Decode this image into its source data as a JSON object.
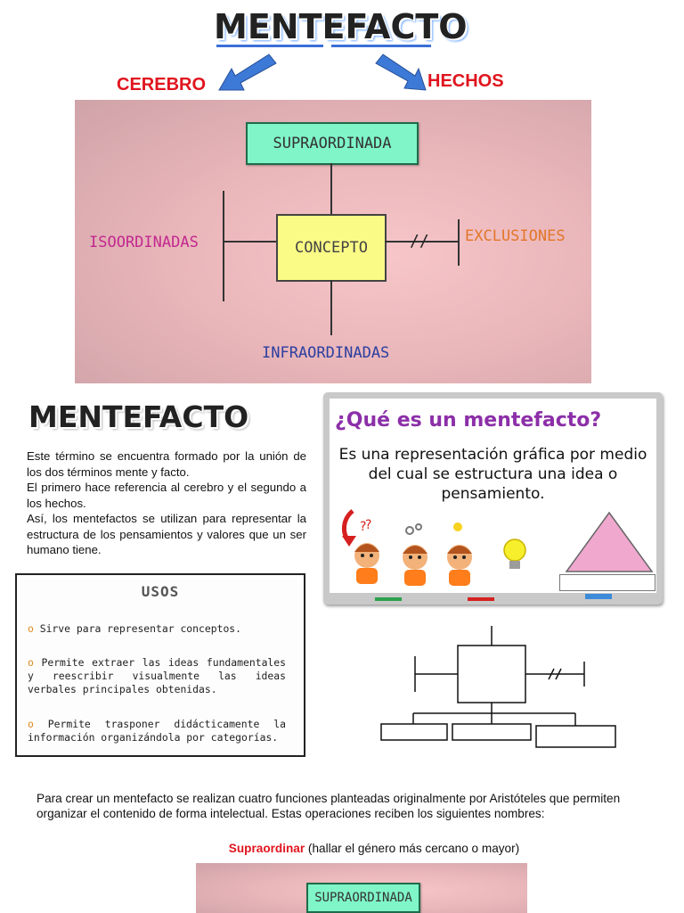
{
  "header": {
    "title": "MENTEFACTO",
    "left_label": "CEREBRO",
    "right_label": "HECHOS"
  },
  "diagram": {
    "supraordinada": "SUPRAORDINADA",
    "concepto": "CONCEPTO",
    "isoordinadas": "ISOORDINADAS",
    "exclusiones": "EXCLUSIONES",
    "infraordinadas": "INFRAORDINADAS",
    "exclusion_mark": "//"
  },
  "section": {
    "title": "MENTEFACTO",
    "paragraph_lines": [
      "Este término se encuentra formado por la unión de los dos términos mente y facto.",
      "El primero hace referencia al cerebro y el segundo a los hechos.",
      "Así, los mentefactos se utilizan para representar la estructura de los pensamientos y valores que un ser humano tiene."
    ]
  },
  "board": {
    "question": "¿Qué es un mentefacto?",
    "answer": "Es una representación gráfica por medio del cual se estructura una idea o pensamiento.",
    "question_mark": "?"
  },
  "usos": {
    "title": "USOS",
    "items": [
      "Sirve para representar conceptos.",
      "Permite extraer las ideas fundamentales y reescribir visualmente las ideas verbales principales obtenidas.",
      "Permite trasponer didácticamente la información organizándola por categorías."
    ],
    "bullet": "o"
  },
  "bottom": {
    "intro": "Para crear un mentefacto se realizan cuatro funciones planteadas originalmente por Aristóteles que permiten organizar el contenido de forma intelectual. Estas operaciones reciben los siguientes nombres:",
    "term": "Supraordinar",
    "term_desc": " (hallar el género más cercano o mayor)",
    "diagram_label": "SUPRAORDINADA"
  },
  "colors": {
    "red": "#e0141e",
    "arrow_blue": "#3d79d6",
    "green_box": "#7ff5c8",
    "yellow_box": "#fafa86",
    "isoordinadas": "#c2288f",
    "exclusiones": "#e2772a",
    "infraordinadas": "#2b3fa0"
  }
}
